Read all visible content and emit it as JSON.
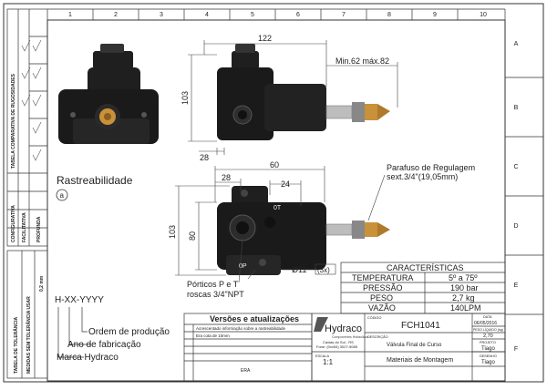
{
  "border": {
    "columns": [
      "1",
      "2",
      "3",
      "4",
      "5",
      "6",
      "7",
      "8",
      "9",
      "10"
    ],
    "rows": [
      "A",
      "B",
      "C",
      "D",
      "E",
      "F"
    ]
  },
  "left_strip": {
    "top_table_title": "TABELA COMPARATIVA DE RUGOSIDADES",
    "rows_left": [
      "CONFIGURATIVA",
      "FACILITATIVA",
      "PROFUNDA"
    ],
    "tol_title": "TABELA DE TOLERÂNCIA",
    "tol_sub": "MEDIDAS SEM TOLERÂNCIA USAR",
    "tol_value": "0,2 mm"
  },
  "dims": {
    "d122": "122",
    "d103a": "103",
    "d28a": "28",
    "min_max": "Min.62 máx.82",
    "d60": "60",
    "d28b": "28",
    "d24": "24",
    "d80": "80",
    "d103b": "103",
    "d11": "Ø11",
    "d3x": "(3x)",
    "ot": "0T",
    "op": "0P"
  },
  "labels": {
    "rastreabilidade": "Rastreabilidade",
    "circle_a": "a",
    "parafuso_1": "Parafuso de Regulagem",
    "parafuso_2": "sext.3/4\"(19,05mm)",
    "porticos_1": "Pórticos P e T",
    "porticos_2": "roscas 3/4\"NPT",
    "code": "H-XX-YYYY",
    "ordem": "Ordem de produção",
    "ano": "Ano de fabricação",
    "marca": "Marca Hydraco"
  },
  "caracteristicas": {
    "title": "CARACTERÍSTICAS",
    "rows": [
      {
        "k": "TEMPERATURA",
        "v": "5º a 75º"
      },
      {
        "k": "PRESSÃO",
        "v": "190 bar"
      },
      {
        "k": "PESO",
        "v": "2,7 kg"
      },
      {
        "k": "VAZÃO",
        "v": "140LPM"
      }
    ]
  },
  "versoes": {
    "title": "Versões e atualizações",
    "rows": [
      "Acrescentado informação sobre a rastreabilidade",
      "Era cota de 10mm"
    ],
    "era": "ERA"
  },
  "title_block": {
    "company": "Hydraco",
    "company_sub": "Componentes Hidráulicos",
    "address_1": "Caxias do Sul - RS",
    "address_2": "Fone: (0xx54) 3027-9085",
    "codigo_lbl": "CÓDIGO",
    "codigo": "FCH1041",
    "descricao_lbl": "DESCRIÇÃO",
    "descricao": "Válvula Final de Curso",
    "escala_lbl": "ESCALA",
    "escala": "1:1",
    "material": "Materiais de Montagem",
    "data_lbl": "DATA",
    "data": "06/05/2016",
    "peso_lbl": "PESO LÍQUIDO (kg)",
    "peso": "2,70",
    "projeto_lbl": "PROJETO",
    "projeto": "Tiago",
    "desenho_lbl": "DESENHO",
    "desenho": "Tiago"
  },
  "colors": {
    "part": "#1f1f1f",
    "brass": "#c9913a",
    "line": "#444444"
  }
}
